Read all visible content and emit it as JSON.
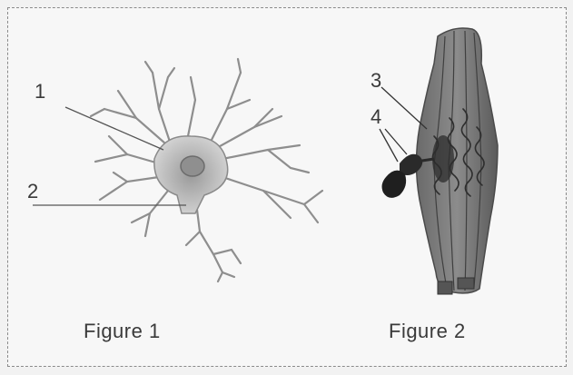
{
  "figures": [
    {
      "caption": "Figure 1",
      "labels": [
        "1",
        "2"
      ]
    },
    {
      "caption": "Figure 2",
      "labels": [
        "3",
        "4"
      ]
    }
  ]
}
